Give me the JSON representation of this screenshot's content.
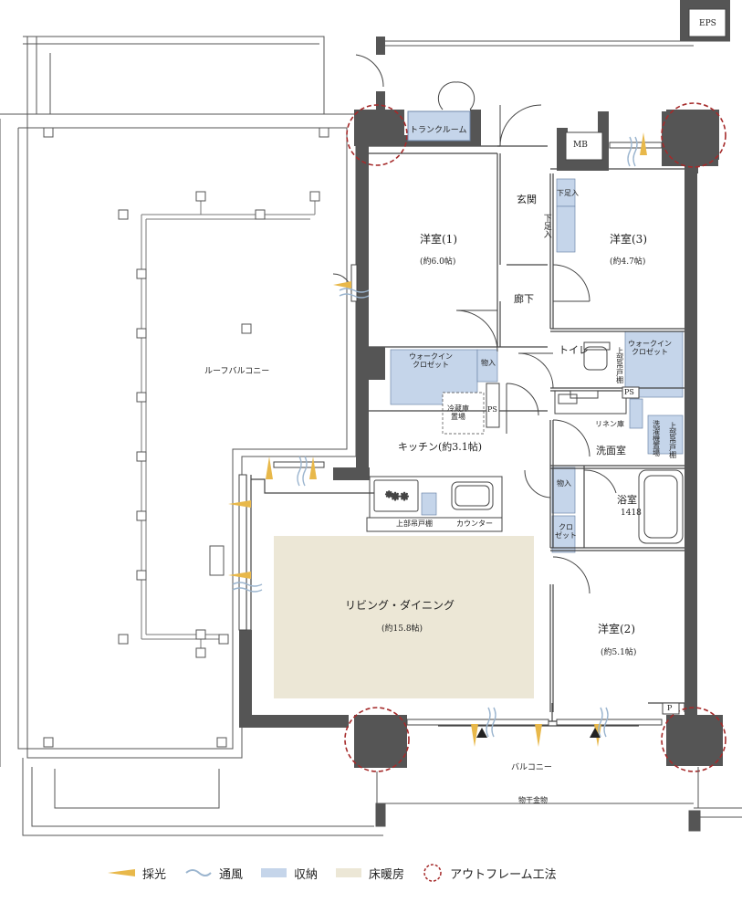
{
  "rooms": {
    "western1": {
      "name": "洋室(1)",
      "area": "(約6.0帖)"
    },
    "western2": {
      "name": "洋室(2)",
      "area": "(約5.1帖)"
    },
    "western3": {
      "name": "洋室(3)",
      "area": "(約4.7帖)"
    },
    "living": {
      "name": "リビング・ダイニング",
      "area": "(約15.8帖)"
    },
    "kitchen": {
      "name": "キッチン(約3.1帖)"
    },
    "bath": {
      "name": "浴室",
      "size": "1418"
    },
    "washroom": "洗面室",
    "toilet": "トイレ",
    "entrance": "玄関",
    "corridor": "廊下",
    "trunk_room": "トランクルーム",
    "roof_balcony": "ルーフバルコニー",
    "balcony": "バルコニー"
  },
  "fixtures": {
    "eps": "EPS",
    "mb": "MB",
    "ps_kitchen": "PS",
    "ps_toilet": "PS",
    "p_balcony": "P",
    "walkin1": "ウォークイン\nクロゼット",
    "walkin3": "ウォークイン\nクロゼット",
    "storage_hall": "物入",
    "storage_bath": "物入",
    "closet": "クロ\nゼット",
    "fridge": "冷蔵庫\n置場",
    "upper_cabinet": "上部吊戸棚",
    "counter": "カウンター",
    "shoe_box1": "下足入",
    "shoe_box2": "下足入",
    "linen": "リネン庫",
    "toilet_upper": "上部吊戸棚",
    "washer": "洗濯機置場",
    "washer_upper": "上部吊戸棚",
    "clothes_rack": "物干金物"
  },
  "legend": [
    {
      "icon": "light-icon",
      "label": "採光",
      "color": "#e8b84a"
    },
    {
      "icon": "wind-icon",
      "label": "通風",
      "color": "#9bb5cf"
    },
    {
      "icon": "storage-icon",
      "label": "収納",
      "color": "#c5d5ea"
    },
    {
      "icon": "floor-heating-icon",
      "label": "床暖房",
      "color": "#ece7d6"
    },
    {
      "icon": "outframe-icon",
      "label": "アウトフレーム工法",
      "color": "#a52a2a"
    }
  ]
}
